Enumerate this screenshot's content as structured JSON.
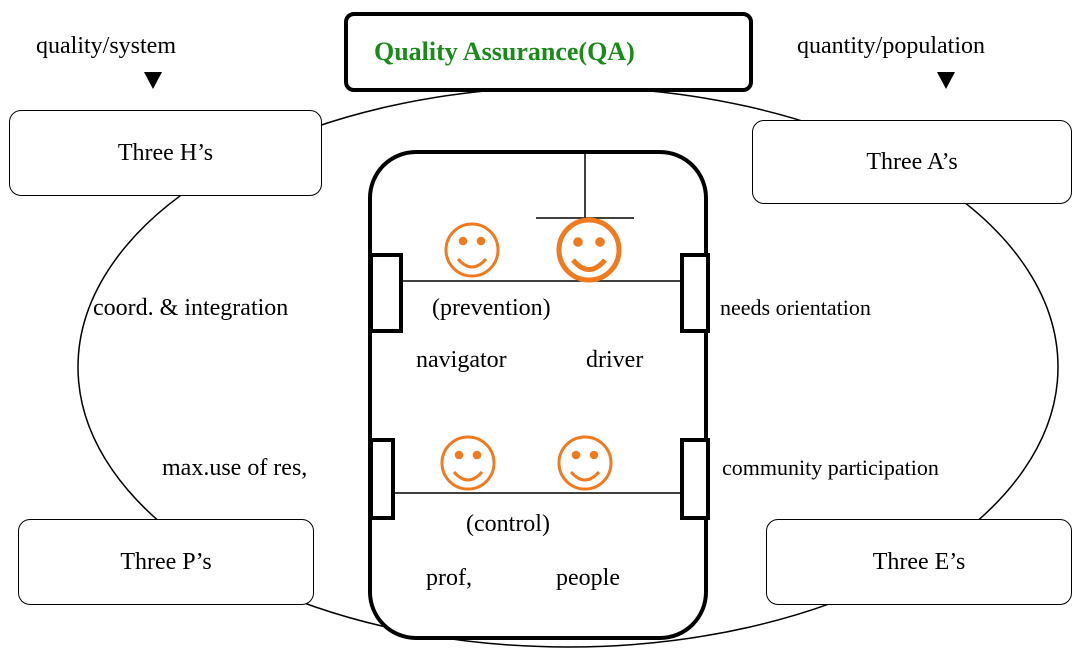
{
  "title": "Quality Assurance(QA)",
  "top_left_label": "quality/system",
  "top_right_label": "quantity/population",
  "boxes": {
    "three_h": "Three H’s",
    "three_a": "Three A’s",
    "three_p": "Three P’s",
    "three_e": "Three E’s"
  },
  "side_labels": {
    "coord": "coord. & integration",
    "needs": "needs orientation",
    "max_use": "max.use of res,",
    "community": "community participation"
  },
  "vehicle": {
    "front_seat_label": "(prevention)",
    "navigator": "navigator",
    "driver": "driver",
    "back_seat_label": "(control)",
    "prof": "prof,",
    "people": "people"
  },
  "colors": {
    "title_green": "#1a8a1a",
    "smiley_orange": "#f07a20"
  }
}
